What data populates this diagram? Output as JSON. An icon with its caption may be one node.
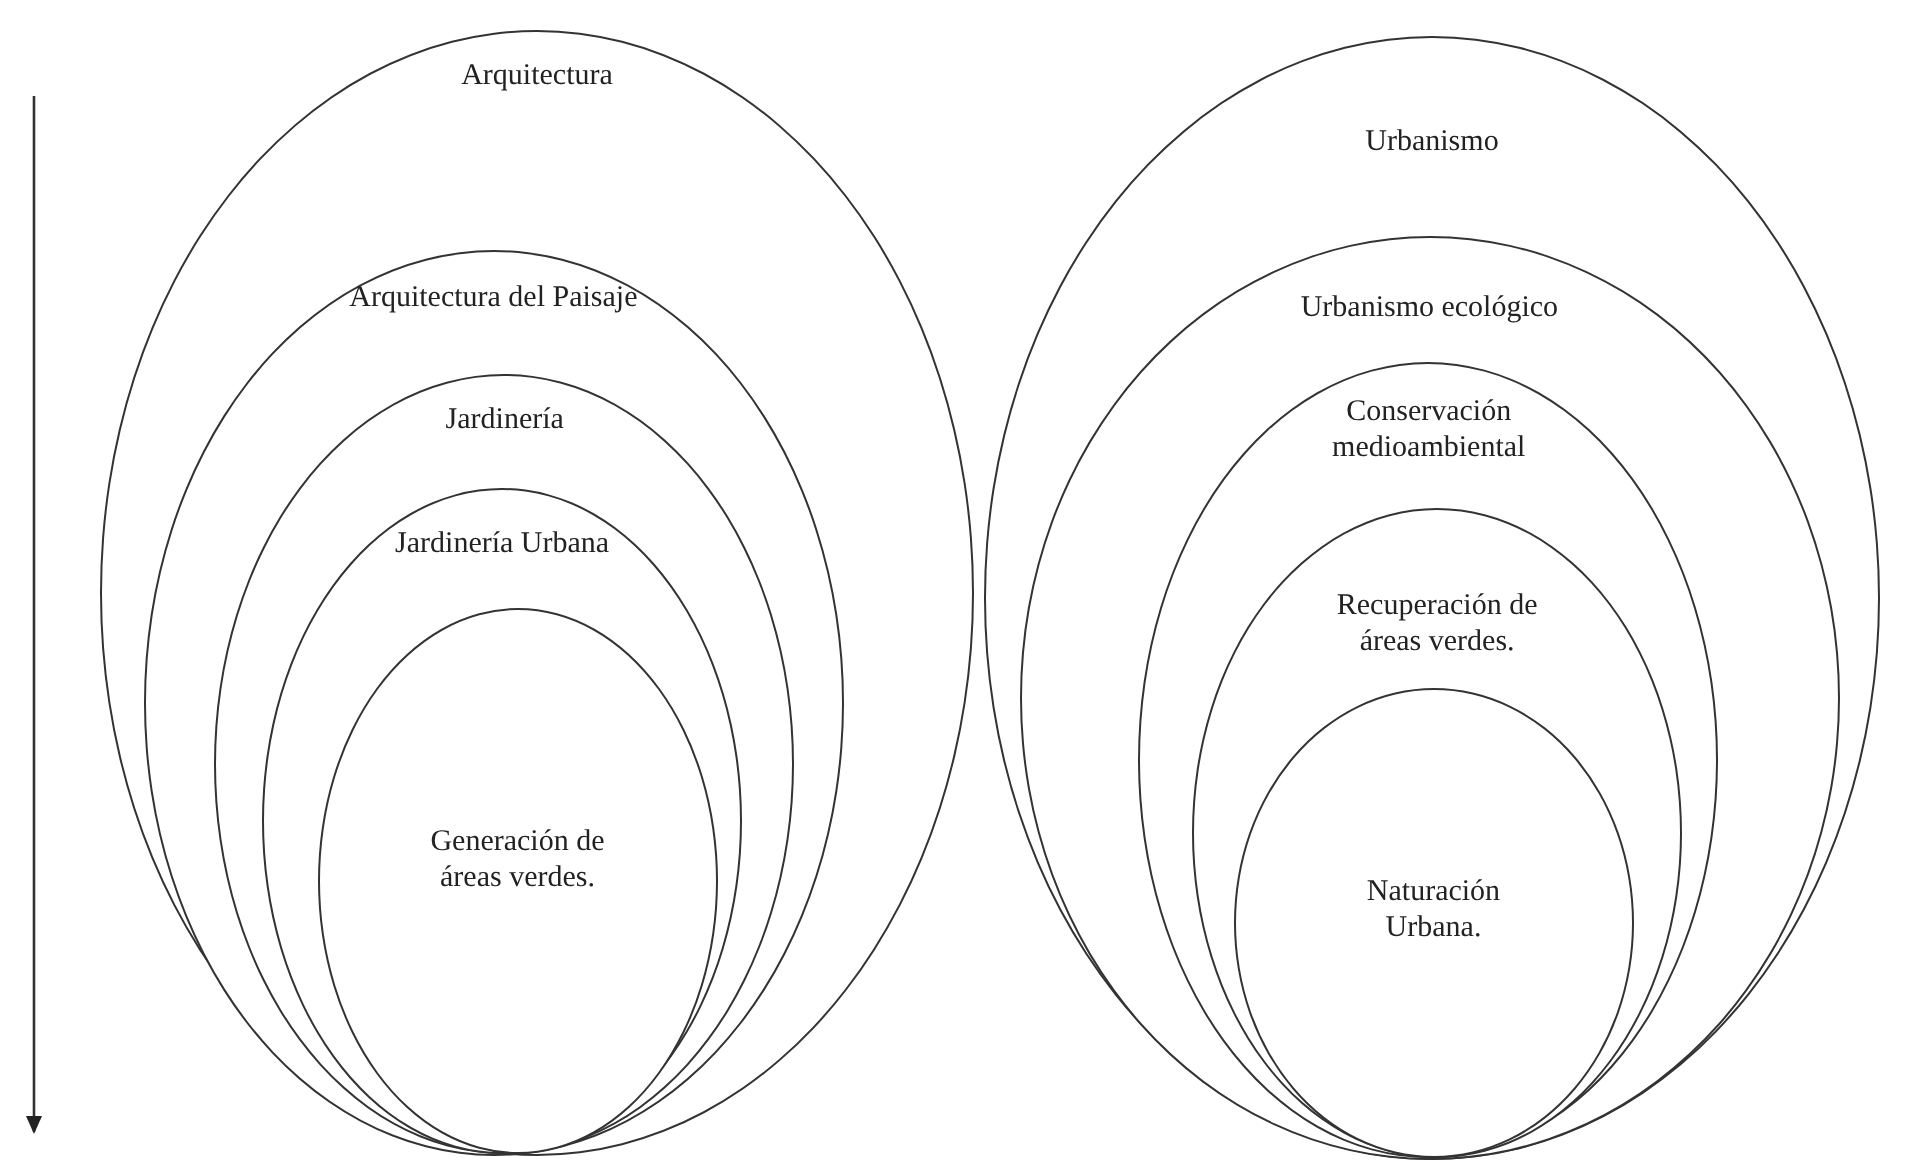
{
  "diagram": {
    "nodes": [
      {
        "text": [
          "Arquitectura"
        ]
      },
      {
        "text": [
          "Arquitectura del Paisaje"
        ],
        "in": 0
      },
      {
        "text": [
          "Jardinería"
        ],
        "in": 1
      },
      {
        "text": [
          "Jardinería Urbana"
        ],
        "in": 2
      },
      {
        "text": [
          "Generación de áreas verdes."
        ],
        "in": 3
      },
      {
        "text": [
          "Urbanismo"
        ]
      },
      {
        "text": [
          "Urbanismo ecológico"
        ],
        "in": 5
      },
      {
        "text": [
          "Conservación medioambiental"
        ],
        "in": 6
      },
      {
        "text": [
          "Recuperación de áreas verdes."
        ],
        "in": 7
      },
      {
        "text": [
          "Naturación Urbana."
        ],
        "in": 8
      }
    ],
    "edges": []
  }
}
